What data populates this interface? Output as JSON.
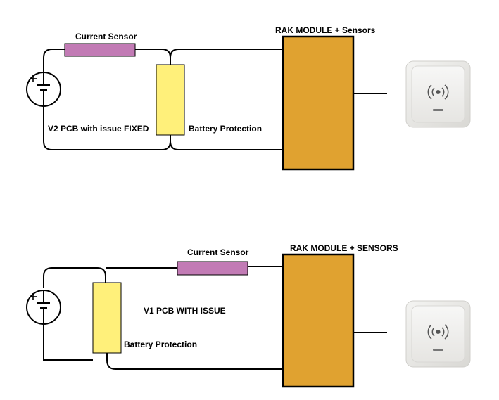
{
  "top": {
    "current_sensor_label": "Current Sensor",
    "module_label": "RAK MODULE + Sensors",
    "pcb_label": "V2 PCB with issue FIXED",
    "protection_label": "Battery Protection"
  },
  "bottom": {
    "current_sensor_label": "Current Sensor",
    "module_label": "RAK MODULE + SENSORS",
    "pcb_label": "V1 PCB WITH ISSUE",
    "protection_label": "Battery Protection"
  },
  "colors": {
    "module": "#E0A230",
    "current_sensor": "#C27BB5",
    "battery_protection": "#FFF07A",
    "reader_body": "#ECEBE8"
  },
  "icons": {
    "battery": "battery-source-icon",
    "reader": "rfid-reader-icon"
  }
}
